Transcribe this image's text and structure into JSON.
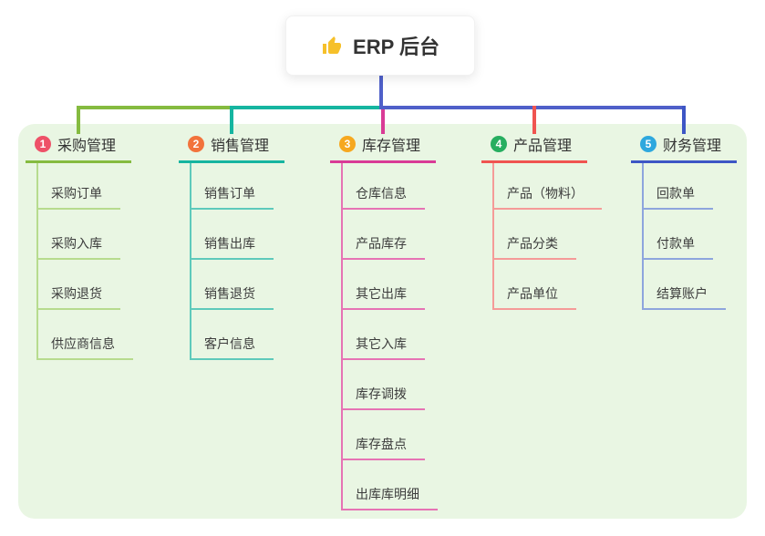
{
  "root": {
    "title": "ERP 后台",
    "icon": "thumbs-up-icon",
    "icon_color": "#f6c02a"
  },
  "colors": {
    "canvas_bg": "#e9f6e3",
    "root_line": "#4f60c9",
    "text": "#333333"
  },
  "branches": [
    {
      "number": "1",
      "title": "采购管理",
      "badge_color": "#ee5168",
      "line_color": "#85bb40",
      "child_line_color": "#b7db8e",
      "children": [
        "采购订单",
        "采购入库",
        "采购退货",
        "供应商信息"
      ]
    },
    {
      "number": "2",
      "title": "销售管理",
      "badge_color": "#f2733c",
      "line_color": "#16b5a0",
      "child_line_color": "#5ecabb",
      "children": [
        "销售订单",
        "销售出库",
        "销售退货",
        "客户信息"
      ]
    },
    {
      "number": "3",
      "title": "库存管理",
      "badge_color": "#f6a81f",
      "line_color": "#d93b96",
      "child_line_color": "#e673b4",
      "children": [
        "仓库信息",
        "产品库存",
        "其它出库",
        "其它入库",
        "库存调拨",
        "库存盘点",
        "出库库明细"
      ]
    },
    {
      "number": "4",
      "title": "产品管理",
      "badge_color": "#27ae60",
      "line_color": "#f05450",
      "child_line_color": "#f59b98",
      "children": [
        "产品（物料）",
        "产品分类",
        "产品单位"
      ]
    },
    {
      "number": "5",
      "title": "财务管理",
      "badge_color": "#2ea8de",
      "line_color": "#3d56c5",
      "child_line_color": "#8ea5dd",
      "children": [
        "回款单",
        "付款单",
        "结算账户"
      ]
    }
  ]
}
